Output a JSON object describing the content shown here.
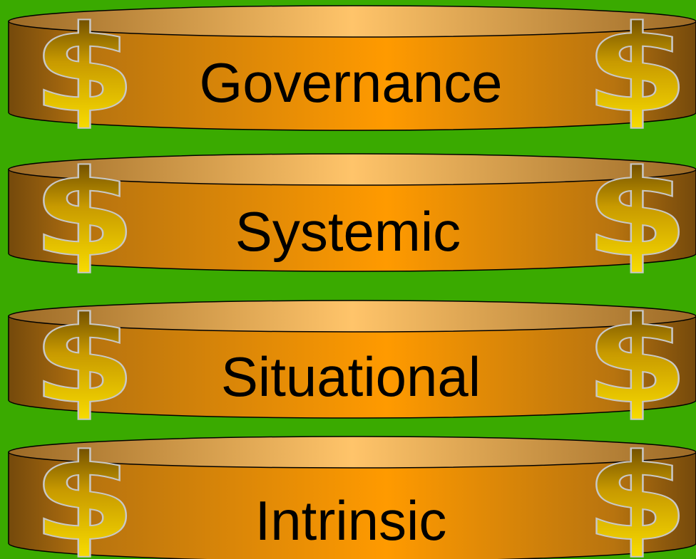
{
  "background_color": "#3aaa00",
  "layers": [
    {
      "label": "Governance",
      "icon": "dollar-sign-icon"
    },
    {
      "label": "Systemic",
      "icon": "dollar-sign-icon"
    },
    {
      "label": "Situational",
      "icon": "dollar-sign-icon"
    },
    {
      "label": "Intrinsic",
      "icon": "dollar-sign-icon"
    }
  ],
  "colors": {
    "band_center": "#ff9a00",
    "band_edge": "#7a4f10",
    "band_top": "#ffc060",
    "dollar_yellow": "#ffcc00",
    "dollar_dark": "#5a3a00"
  }
}
